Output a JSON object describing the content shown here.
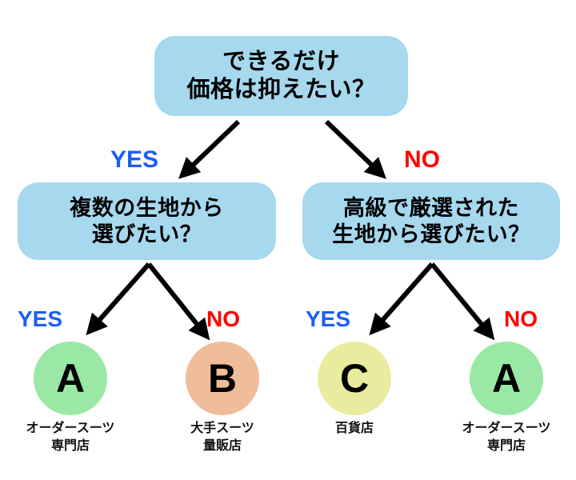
{
  "diagram": {
    "type": "decision-tree",
    "background_color": "#ffffff",
    "box_color": "#a6d8ee",
    "yes_color": "#1a5ff5",
    "no_color": "#fe0000",
    "arrow_color": "#000000"
  },
  "nodes": {
    "root": {
      "lines": [
        "できるだけ",
        "価格は抑えたい？"
      ]
    },
    "left": {
      "lines": [
        "複数の生地から",
        "選びたい？"
      ]
    },
    "right": {
      "lines": [
        "高級で厳選された",
        "生地から選びたい？"
      ]
    }
  },
  "branch_labels": {
    "root_yes": "YES",
    "root_no": "NO",
    "left_yes": "YES",
    "left_no": "NO",
    "right_yes": "YES",
    "right_no": "NO"
  },
  "outcomes": [
    {
      "letter": "A",
      "color": "#9be8a6",
      "caption_lines": [
        "オーダースーツ",
        "専門店"
      ]
    },
    {
      "letter": "B",
      "color": "#efbd9a",
      "caption_lines": [
        "大手スーツ",
        "量販店"
      ]
    },
    {
      "letter": "C",
      "color": "#e9eb9e",
      "caption_lines": [
        "百貨店"
      ]
    },
    {
      "letter": "A",
      "color": "#9be8a6",
      "caption_lines": [
        "オーダースーツ",
        "専門店"
      ]
    }
  ]
}
